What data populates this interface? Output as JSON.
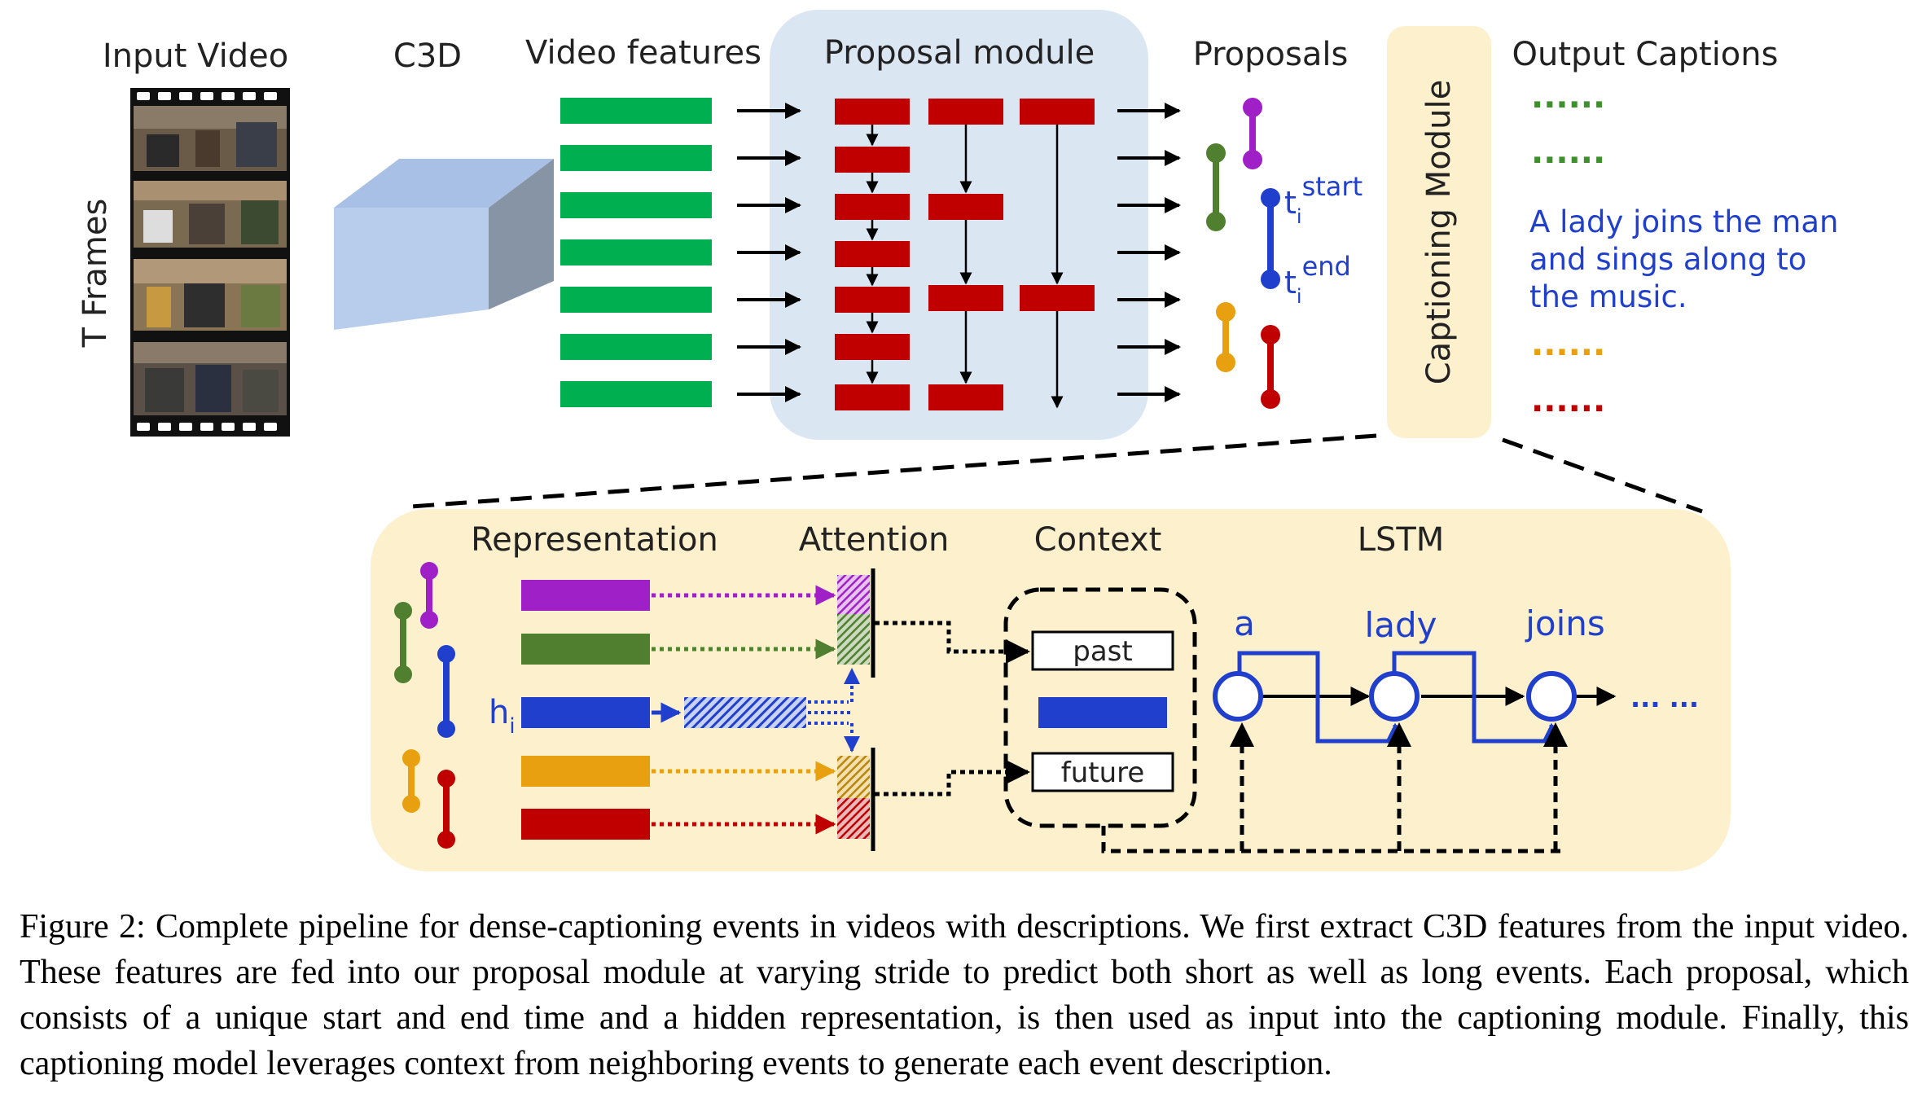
{
  "colors": {
    "green": "#00b050",
    "red": "#c00000",
    "blue": "#1f3fcc",
    "purple": "#a020c8",
    "olive": "#4f7f2f",
    "orange": "#e8a010",
    "proposal_bg": "#dbe6f3",
    "captioning_bg": "#fdf0cc",
    "c3d_front": "#b8cdec",
    "c3d_side": "#8794a6"
  },
  "labels": {
    "input_video": "Input Video",
    "c3d": "C3D",
    "video_features": "Video features",
    "proposal_module": "Proposal module",
    "proposals": "Proposals",
    "output_captions": "Output Captions",
    "t_frames": "T Frames",
    "captioning_module": "Captioning Module",
    "t_base": "t",
    "t_sub": "i",
    "t_start_sup": "start",
    "t_end_sup": "end"
  },
  "output_captions": {
    "line1": "......",
    "line2": "......",
    "sentence": [
      "A lady joins the man",
      "and sings along to",
      "the music."
    ],
    "line4": "......",
    "line5": "......"
  },
  "detail": {
    "representation": "Representation",
    "attention": "Attention",
    "context": "Context",
    "lstm": "LSTM",
    "h_base": "h",
    "h_sub": "i",
    "past": "past",
    "future": "future",
    "words": [
      "a",
      "lady",
      "joins"
    ],
    "ellipsis": "... ..."
  },
  "caption": "Figure 2: Complete pipeline for dense-captioning events in videos with descriptions. We first extract C3D features from the input video. These features are fed into our proposal module at varying stride to predict both short as well as long events. Each proposal, which consists of a unique start and end time and a hidden representation, is then used as input into the captioning module. Finally, this captioning model leverages context from neighboring events to generate each event description."
}
